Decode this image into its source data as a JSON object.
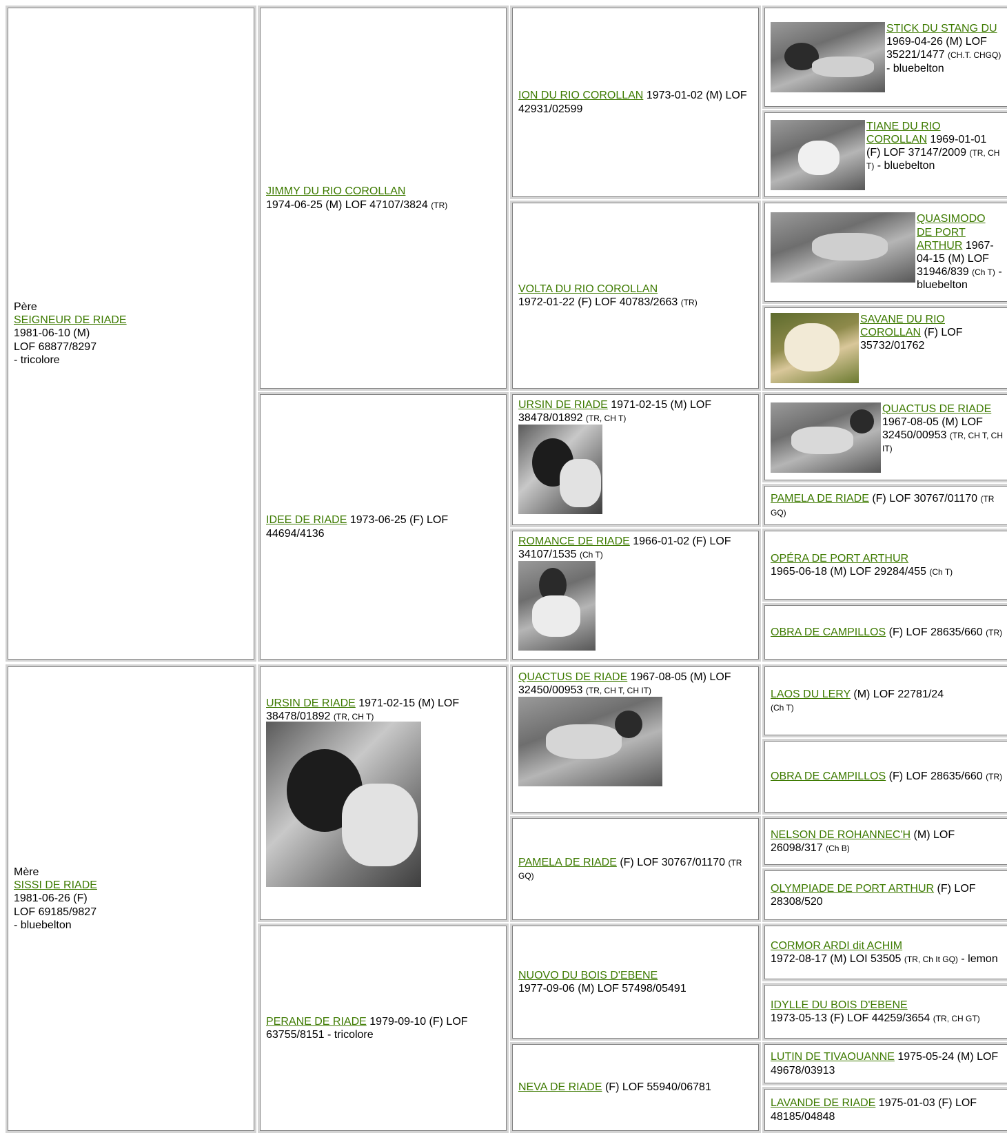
{
  "gen1": [
    {
      "role": "Père",
      "name": "SEIGNEUR DE RIADE",
      "lines": [
        "1981-06-10 (M)",
        "LOF 68877/8297",
        "- tricolore"
      ]
    },
    {
      "role": "Mère",
      "name": "SISSI DE RIADE",
      "lines": [
        "1981-06-26 (F)",
        "LOF 69185/9827",
        "- bluebelton"
      ]
    }
  ],
  "gen2": [
    {
      "name": "JIMMY DU RIO COROLLAN",
      "text": "1974-06-25 (M) LOF 47107/3824",
      "small": "(TR)",
      "extra": ""
    },
    {
      "name": "IDEE DE RIADE",
      "text": "1973-06-25 (F) LOF 44694/4136",
      "small": "",
      "extra": ""
    },
    {
      "name": "URSIN DE RIADE",
      "text": "1971-02-15 (M) LOF 38478/01892",
      "small": "(TR, CH T)",
      "extra": ""
    },
    {
      "name": "PERANE DE RIADE",
      "text": "1979-09-10 (F) LOF 63755/8151 - tricolore",
      "small": "",
      "extra": ""
    }
  ],
  "gen3": [
    {
      "name": "ION DU RIO COROLLAN",
      "text": "1973-01-02 (M) LOF 42931/02599",
      "small": "",
      "extra": ""
    },
    {
      "name": "VOLTA DU RIO COROLLAN",
      "text": "1972-01-22 (F) LOF 40783/2663",
      "small": "(TR)",
      "extra": ""
    },
    {
      "name": "URSIN DE RIADE",
      "text": "1971-02-15 (M) LOF 38478/01892",
      "small": "(TR, CH T)",
      "extra": ""
    },
    {
      "name": "ROMANCE DE RIADE",
      "text": "1966-01-02 (F) LOF 34107/1535",
      "small": "(Ch T)",
      "extra": ""
    },
    {
      "name": "QUACTUS DE RIADE",
      "text": "1967-08-05 (M) LOF 32450/00953",
      "small": "(TR, CH T, CH IT)",
      "extra": ""
    },
    {
      "name": "PAMELA DE RIADE",
      "text": "(F) LOF 30767/01170",
      "small": "(TR GQ)",
      "extra": ""
    },
    {
      "name": "NUOVO DU BOIS D'EBENE",
      "text": "1977-09-06 (M) LOF 57498/05491",
      "small": "",
      "extra": ""
    },
    {
      "name": "NEVA DE RIADE",
      "text": "(F) LOF 55940/06781",
      "small": "",
      "extra": ""
    }
  ],
  "gen4": [
    {
      "name": "STICK DU STANG DU",
      "text": "1969-04-26 (M) LOF 35221/1477",
      "small": "(CH.T. CHGQ)",
      "extra": "- bluebelton"
    },
    {
      "name": "TIANE DU RIO COROLLAN",
      "text": "1969-01-01 (F) LOF 37147/2009",
      "small": "(TR, CH T)",
      "extra": "- bluebelton"
    },
    {
      "name": "QUASIMODO DE PORT ARTHUR",
      "text": "1967-04-15 (M) LOF 31946/839",
      "small": "(Ch T)",
      "extra": "- bluebelton"
    },
    {
      "name": "SAVANE DU RIO COROLLAN",
      "text": "(F) LOF 35732/01762",
      "small": "",
      "extra": ""
    },
    {
      "name": "QUACTUS DE RIADE",
      "text": "1967-08-05 (M) LOF 32450/00953",
      "small": "(TR, CH T, CH IT)",
      "extra": ""
    },
    {
      "name": "PAMELA DE RIADE",
      "text": "(F) LOF 30767/01170",
      "small": "(TR GQ)",
      "extra": ""
    },
    {
      "name": "OPÉRA DE PORT ARTHUR",
      "text": "1965-06-18 (M) LOF 29284/455",
      "small": "(Ch T)",
      "extra": ""
    },
    {
      "name": "OBRA DE CAMPILLOS",
      "text": "(F) LOF 28635/660",
      "small": "(TR)",
      "extra": ""
    },
    {
      "name": "LAOS DU LERY",
      "text": "(M) LOF 22781/24",
      "small": "(Ch T)",
      "extra": ""
    },
    {
      "name": "OBRA DE CAMPILLOS",
      "text": "(F) LOF 28635/660",
      "small": "(TR)",
      "extra": ""
    },
    {
      "name": "NELSON DE ROHANNEC'H",
      "text": "(M) LOF 26098/317",
      "small": "(Ch B)",
      "extra": ""
    },
    {
      "name": "OLYMPIADE DE PORT ARTHUR",
      "text": "(F) LOF 28308/520",
      "small": "",
      "extra": ""
    },
    {
      "name": "CORMOR ARDI dit ACHIM",
      "text": "1972-08-17 (M) LOI 53505",
      "small": "(TR, Ch It GQ)",
      "extra": "- lemon"
    },
    {
      "name": "IDYLLE DU BOIS D'EBENE",
      "text": "1973-05-13 (F) LOF 44259/3654",
      "small": "(TR, CH GT)",
      "extra": ""
    },
    {
      "name": "LUTIN DE TIVAOUANNE",
      "text": "1975-05-24 (M) LOF 49678/03913",
      "small": "",
      "extra": ""
    },
    {
      "name": "LAVANDE DE RIADE",
      "text": "1975-01-03 (F) LOF 48185/04848",
      "small": "",
      "extra": ""
    }
  ]
}
